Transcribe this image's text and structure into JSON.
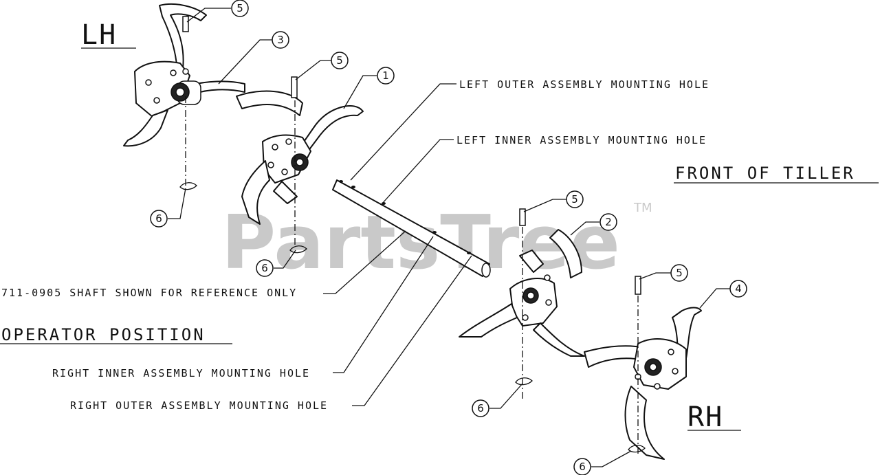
{
  "watermark": {
    "text": "PartsTree",
    "mark": "TM"
  },
  "side_labels": {
    "left": "LH",
    "right": "RH"
  },
  "titles": {
    "front": "FRONT OF TILLER",
    "operator": "OPERATOR POSITION"
  },
  "callouts": {
    "left_outer_hole": "LEFT OUTER ASSEMBLY MOUNTING HOLE",
    "left_inner_hole": "LEFT INNER ASSEMBLY MOUNTING HOLE",
    "shaft_note": "711-0905 SHAFT SHOWN FOR REFERENCE ONLY",
    "right_inner_hole": "RIGHT INNER ASSEMBLY MOUNTING HOLE",
    "right_outer_hole": "RIGHT OUTER ASSEMBLY MOUNTING HOLE"
  },
  "part_numbers": {
    "lh_pin_top": "5",
    "lh_outer_tine": "3",
    "lh_pin_mid": "5",
    "lh_inner_tine": "1",
    "lh_clip_left": "6",
    "lh_clip_mid": "6",
    "rh_pin_left": "5",
    "rh_inner_tine": "2",
    "rh_pin_right": "5",
    "rh_outer_tine": "4",
    "rh_clip_left": "6",
    "rh_clip_bottom": "6"
  }
}
